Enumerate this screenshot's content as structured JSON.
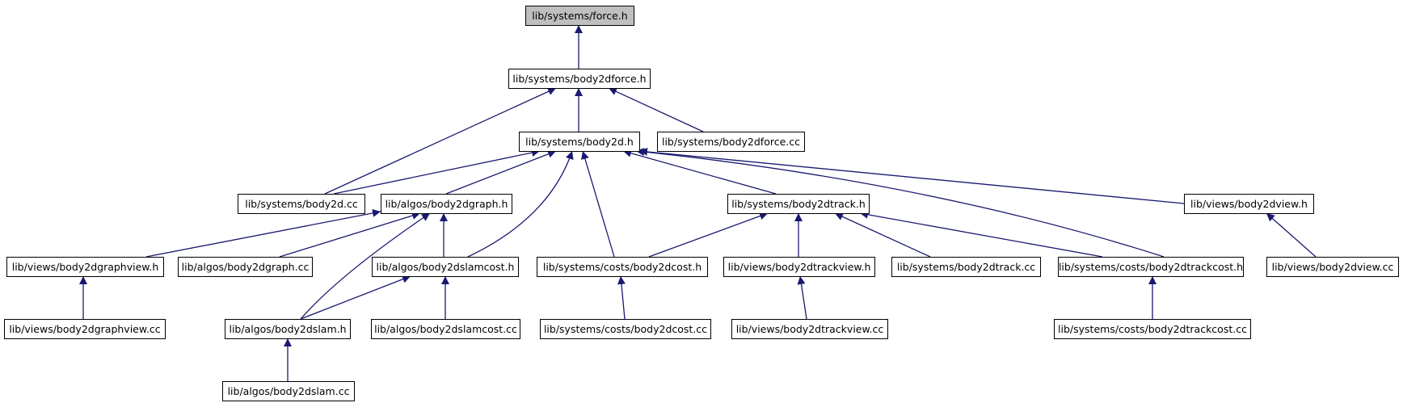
{
  "colors": {
    "edge": "#191970",
    "node_fill": "#ffffff",
    "root_fill": "#bfbfbf",
    "border": "#000000"
  },
  "nodes": [
    {
      "id": "force_h",
      "label": "lib/systems/force.h",
      "root": true
    },
    {
      "id": "body2dforce_h",
      "label": "lib/systems/body2dforce.h"
    },
    {
      "id": "body2d_h",
      "label": "lib/systems/body2d.h"
    },
    {
      "id": "body2dforce_cc",
      "label": "lib/systems/body2dforce.cc"
    },
    {
      "id": "body2d_cc",
      "label": "lib/systems/body2d.cc"
    },
    {
      "id": "body2dgraph_h",
      "label": "lib/algos/body2dgraph.h"
    },
    {
      "id": "body2dtrack_h",
      "label": "lib/systems/body2dtrack.h"
    },
    {
      "id": "body2dview_h",
      "label": "lib/views/body2dview.h"
    },
    {
      "id": "body2dgraphview_h",
      "label": "lib/views/body2dgraphview.h"
    },
    {
      "id": "body2dgraph_cc",
      "label": "lib/algos/body2dgraph.cc"
    },
    {
      "id": "body2dslamcost_h",
      "label": "lib/algos/body2dslamcost.h"
    },
    {
      "id": "body2dcost_h",
      "label": "lib/systems/costs/body2dcost.h"
    },
    {
      "id": "body2dtrackview_h",
      "label": "lib/views/body2dtrackview.h"
    },
    {
      "id": "body2dtrack_cc",
      "label": "lib/systems/body2dtrack.cc"
    },
    {
      "id": "body2dtrackcost_h",
      "label": "lib/systems/costs/body2dtrackcost.h"
    },
    {
      "id": "body2dview_cc",
      "label": "lib/views/body2dview.cc"
    },
    {
      "id": "body2dgraphview_cc",
      "label": "lib/views/body2dgraphview.cc"
    },
    {
      "id": "body2dslam_h",
      "label": "lib/algos/body2dslam.h"
    },
    {
      "id": "body2dslamcost_cc",
      "label": "lib/algos/body2dslamcost.cc"
    },
    {
      "id": "body2dcost_cc",
      "label": "lib/systems/costs/body2dcost.cc"
    },
    {
      "id": "body2dtrackview_cc",
      "label": "lib/views/body2dtrackview.cc"
    },
    {
      "id": "body2dtrackcost_cc",
      "label": "lib/systems/costs/body2dtrackcost.cc"
    },
    {
      "id": "body2dslam_cc",
      "label": "lib/algos/body2dslam.cc"
    }
  ],
  "edges": [
    {
      "from": "body2dforce_h",
      "to": "force_h"
    },
    {
      "from": "body2d_h",
      "to": "body2dforce_h"
    },
    {
      "from": "body2d_cc",
      "to": "body2dforce_h"
    },
    {
      "from": "body2dforce_cc",
      "to": "body2dforce_h"
    },
    {
      "from": "body2d_cc",
      "to": "body2d_h"
    },
    {
      "from": "body2dgraph_h",
      "to": "body2d_h"
    },
    {
      "from": "body2dslamcost_h",
      "to": "body2d_h"
    },
    {
      "from": "body2dcost_h",
      "to": "body2d_h"
    },
    {
      "from": "body2dtrack_h",
      "to": "body2d_h"
    },
    {
      "from": "body2dtrackcost_h",
      "to": "body2d_h"
    },
    {
      "from": "body2dview_h",
      "to": "body2d_h"
    },
    {
      "from": "body2dgraphview_h",
      "to": "body2dgraph_h"
    },
    {
      "from": "body2dgraph_cc",
      "to": "body2dgraph_h"
    },
    {
      "from": "body2dslamcost_h",
      "to": "body2dgraph_h"
    },
    {
      "from": "body2dslam_h",
      "to": "body2dgraph_h"
    },
    {
      "from": "body2dcost_h",
      "to": "body2dtrack_h"
    },
    {
      "from": "body2dtrackview_h",
      "to": "body2dtrack_h"
    },
    {
      "from": "body2dtrack_cc",
      "to": "body2dtrack_h"
    },
    {
      "from": "body2dtrackcost_h",
      "to": "body2dtrack_h"
    },
    {
      "from": "body2dview_cc",
      "to": "body2dview_h"
    },
    {
      "from": "body2dgraphview_cc",
      "to": "body2dgraphview_h"
    },
    {
      "from": "body2dslam_h",
      "to": "body2dslamcost_h"
    },
    {
      "from": "body2dslamcost_cc",
      "to": "body2dslamcost_h"
    },
    {
      "from": "body2dcost_cc",
      "to": "body2dcost_h"
    },
    {
      "from": "body2dtrackview_cc",
      "to": "body2dtrackview_h"
    },
    {
      "from": "body2dtrackcost_cc",
      "to": "body2dtrackcost_h"
    },
    {
      "from": "body2dslam_cc",
      "to": "body2dslam_h"
    }
  ]
}
